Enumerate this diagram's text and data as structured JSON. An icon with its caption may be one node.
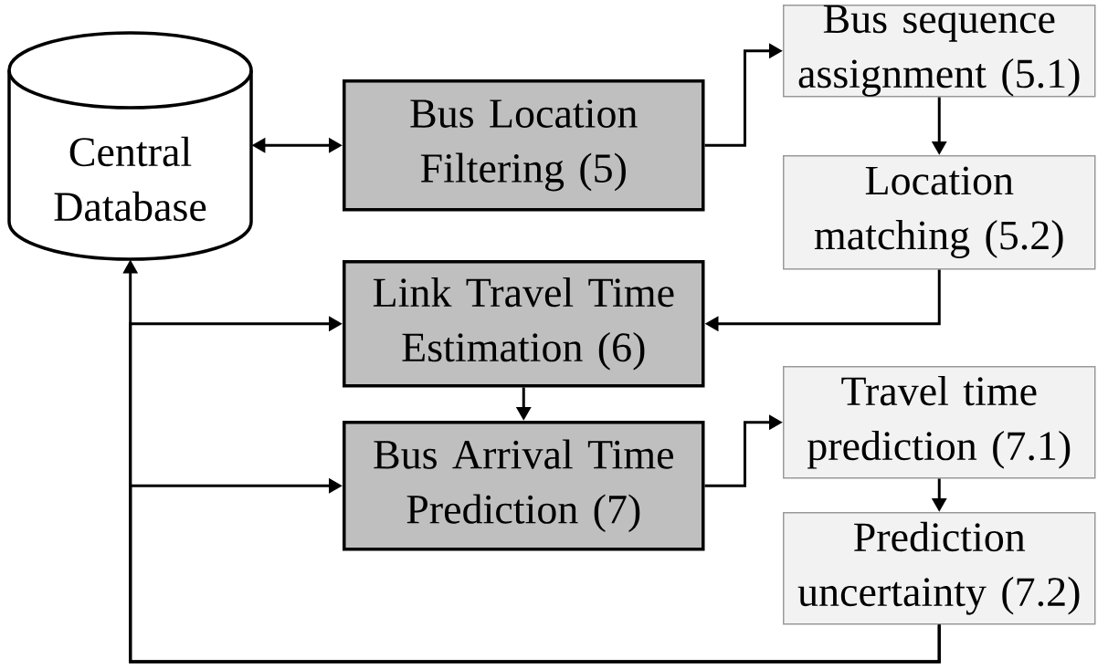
{
  "diagram": {
    "nodes": [
      {
        "text": [
          "Central Database"
        ]
      },
      {
        "text": [
          "Bus Location Filtering (5)"
        ]
      },
      {
        "text": [
          "Bus sequence assignment (5.1)"
        ]
      },
      {
        "text": [
          "Location matching (5.2)"
        ]
      },
      {
        "text": [
          "Link Travel Time Estimation (6)"
        ]
      },
      {
        "text": [
          "Bus Arrival Time Prediction (7)"
        ]
      },
      {
        "text": [
          "Travel time prediction (7.1)"
        ]
      },
      {
        "text": [
          "Prediction uncertainty (7.2)"
        ]
      }
    ],
    "edges": [
      {
        "from": 0,
        "to": 1,
        "arrow": "both"
      },
      {
        "from": 1,
        "to": 2,
        "arrow": "to"
      },
      {
        "from": 2,
        "to": 3,
        "arrow": "to"
      },
      {
        "from": 3,
        "to": 4,
        "arrow": "to"
      },
      {
        "from": 4,
        "to": 5,
        "arrow": "to"
      },
      {
        "from": 5,
        "to": 6,
        "arrow": "to"
      },
      {
        "from": 6,
        "to": 7,
        "arrow": "to"
      },
      {
        "from": 7,
        "to": 0,
        "arrow": "to"
      },
      {
        "from": 7,
        "to": 4,
        "arrow": "to"
      },
      {
        "from": 7,
        "to": 5,
        "arrow": "to"
      }
    ]
  }
}
